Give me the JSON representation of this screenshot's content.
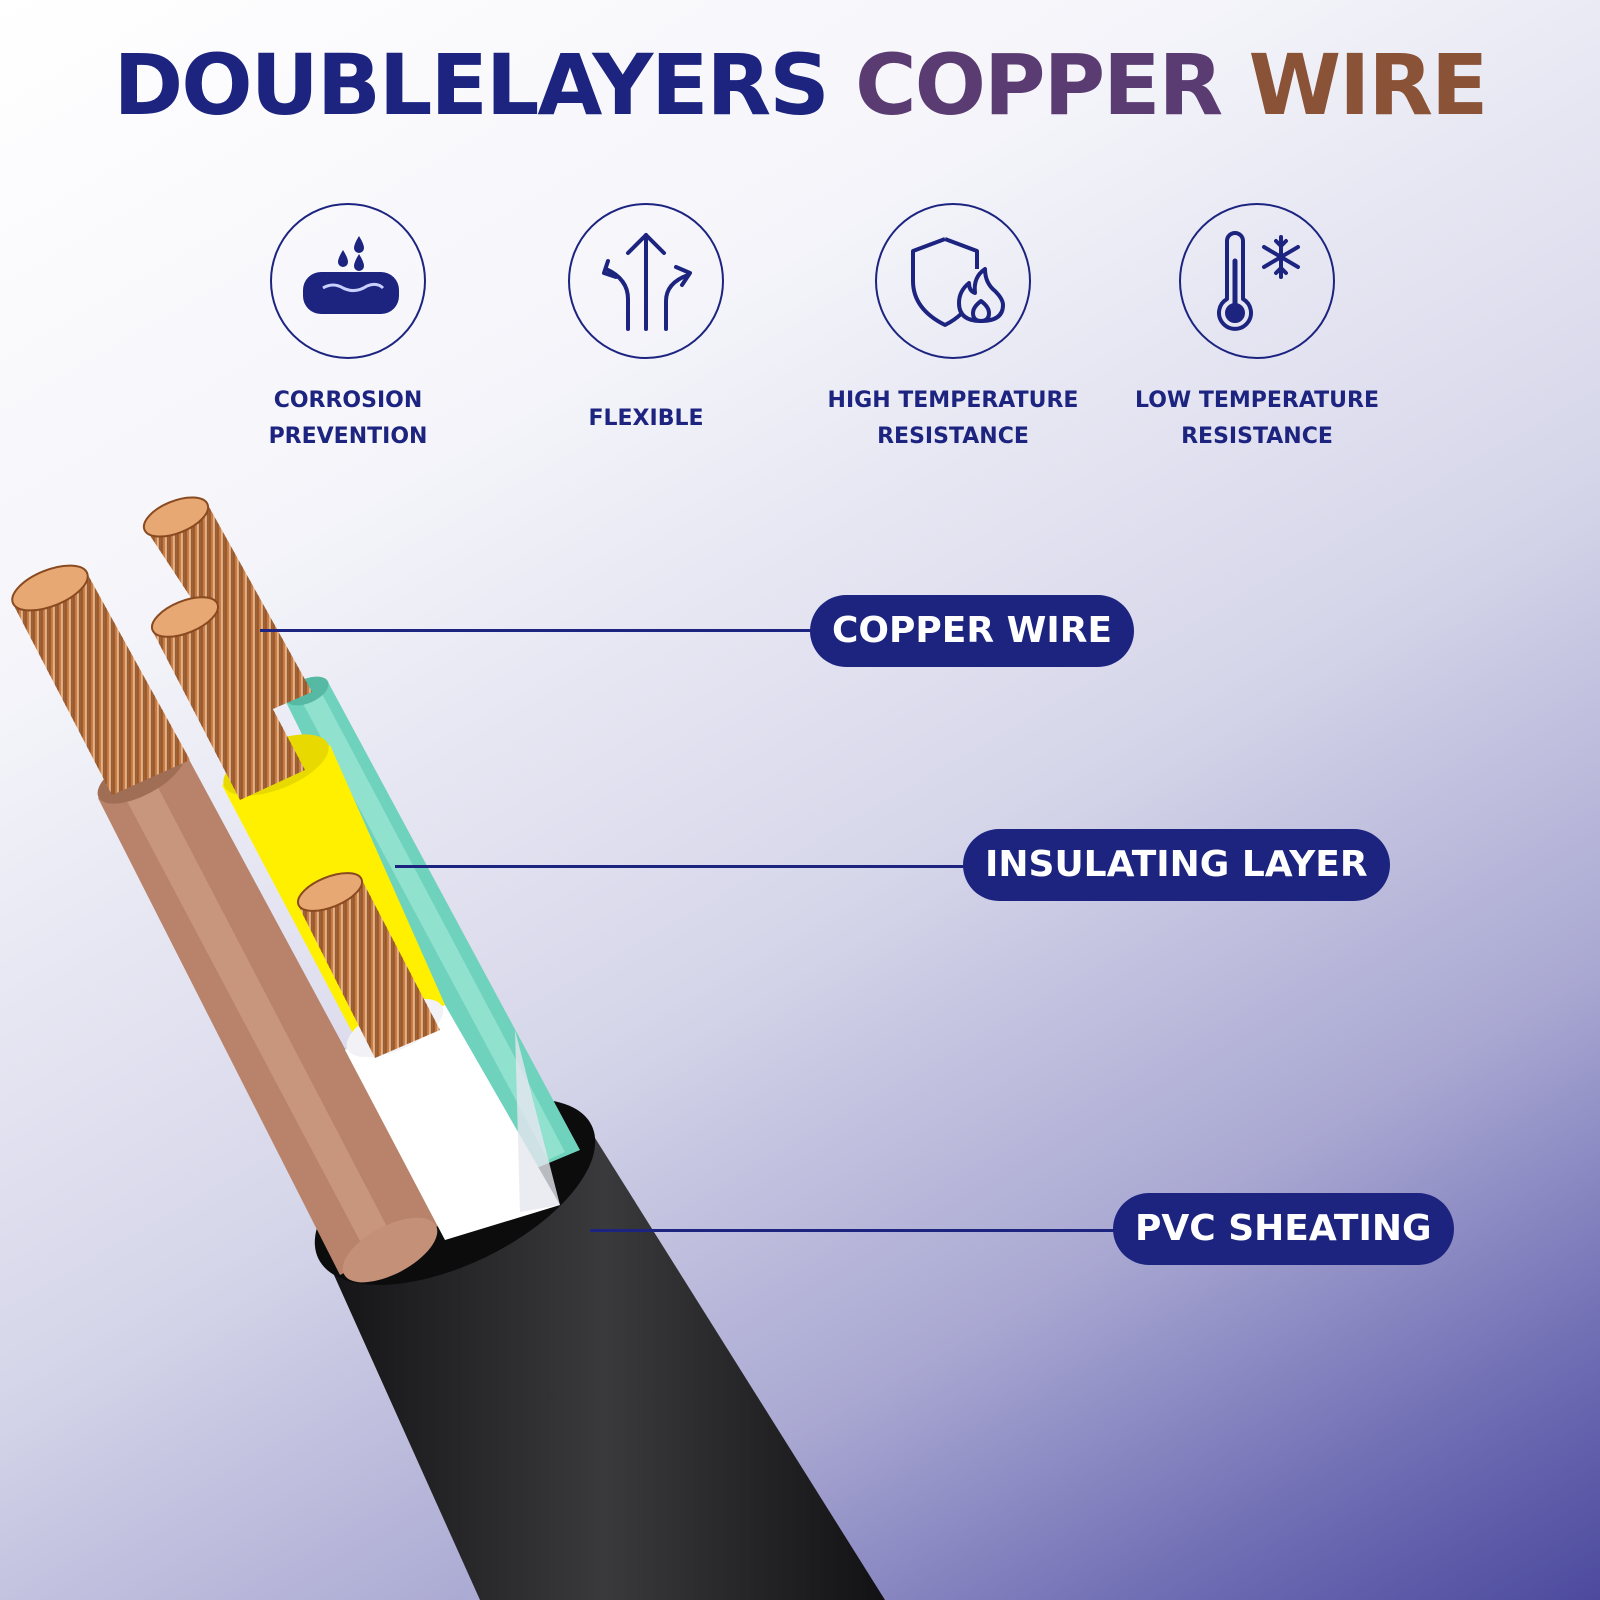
{
  "headline": {
    "part1": "DOUBLELAYERS",
    "part2": "COPPER",
    "part3": "WIRE"
  },
  "colors": {
    "navy": "#1c2480",
    "copper_purple": "#5a3c72",
    "copper_brown": "#8a5236",
    "jacket_black": "#1d1d1f",
    "core_brown": "#b8836a",
    "core_yellow": "#fff000",
    "core_green": "#6fd2bc",
    "core_white": "#ffffff"
  },
  "features": [
    {
      "icon": "water-drops-icon",
      "line1": "CORROSION",
      "line2": "PREVENTION"
    },
    {
      "icon": "arrows-icon",
      "line1": "FLEXIBLE",
      "line2": ""
    },
    {
      "icon": "shield-flame-icon",
      "line1": "HIGH TEMPERATURE",
      "line2": "RESISTANCE"
    },
    {
      "icon": "thermometer-snowflake-icon",
      "line1": "LOW TEMPERATURE",
      "line2": "RESISTANCE"
    }
  ],
  "callouts": {
    "copper": "COPPER WIRE",
    "insulation": "INSULATING LAYER",
    "sheath": "PVC SHEATING"
  }
}
